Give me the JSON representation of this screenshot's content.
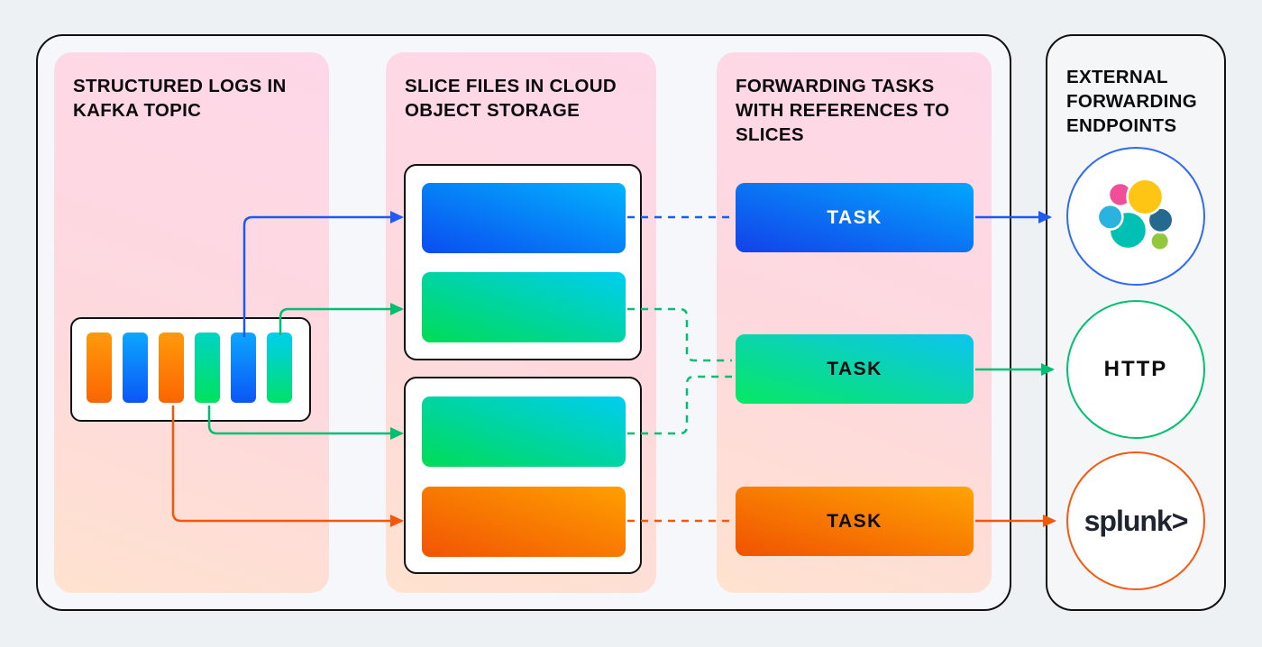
{
  "panels": {
    "kafka": {
      "title": "STRUCTURED LOGS IN KAFKA TOPIC"
    },
    "slices": {
      "title": "SLICE FILES IN CLOUD OBJECT STORAGE"
    },
    "tasks": {
      "title": "FORWARDING TASKS WITH REFERENCES TO SLICES"
    },
    "endpoints": {
      "title": "EXTERNAL FORWARDING ENDPOINTS"
    }
  },
  "kafka_topic": {
    "records": [
      "orange",
      "blue",
      "orange",
      "green",
      "blue",
      "green"
    ]
  },
  "slice_files": [
    {
      "id": "slice-1",
      "color": "blue",
      "group": "upper-box"
    },
    {
      "id": "slice-2",
      "color": "green",
      "group": "upper-box"
    },
    {
      "id": "slice-3",
      "color": "green",
      "group": "lower-box"
    },
    {
      "id": "slice-4",
      "color": "orange",
      "group": "lower-box"
    }
  ],
  "tasks": [
    {
      "label": "TASK",
      "color": "blue",
      "sources": [
        "slice-1"
      ],
      "target": "elasticsearch"
    },
    {
      "label": "TASK",
      "color": "green",
      "sources": [
        "slice-2",
        "slice-3"
      ],
      "target": "http"
    },
    {
      "label": "TASK",
      "color": "orange",
      "sources": [
        "slice-4"
      ],
      "target": "splunk"
    }
  ],
  "endpoints": [
    {
      "id": "elasticsearch",
      "kind": "elastic-logo",
      "label": ""
    },
    {
      "id": "http",
      "kind": "text",
      "label": "HTTP"
    },
    {
      "id": "splunk",
      "kind": "text",
      "label": "splunk>"
    }
  ],
  "colors": {
    "line_blue": "#1d5bf0",
    "line_green": "#00bf72",
    "line_orange": "#f5570a",
    "panel_pink_top": "#fed7e8",
    "panel_peach_bottom": "#ffe2cf",
    "elastic_circle_border": "#2f6bf2",
    "http_circle_border": "#00c16e",
    "splunk_circle_border": "#f55a10",
    "elastic_logo": [
      "#f04e98",
      "#fec514",
      "#2bb3e0",
      "#00bfb3",
      "#25698f",
      "#93c83e"
    ]
  }
}
